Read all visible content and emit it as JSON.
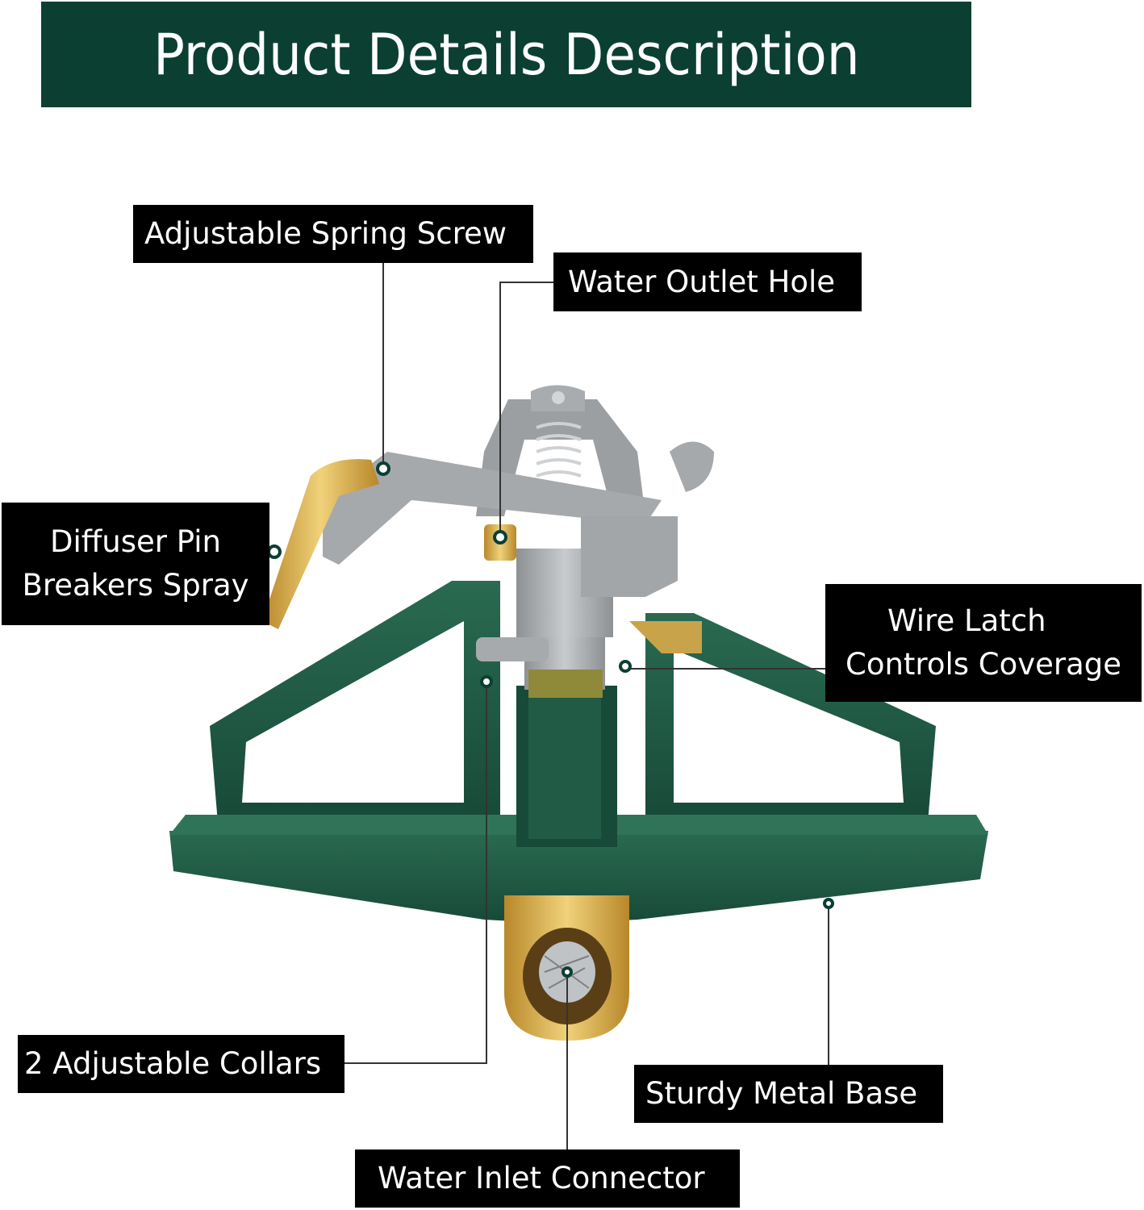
{
  "header": {
    "title": "Product Details Description"
  },
  "product": {
    "name": "impact-sprinkler",
    "base_color": "#1f5a44",
    "brass_color": "#c9a34a",
    "metal_color": "#a9acaf"
  },
  "colors": {
    "banner_bg": "#0b3f32",
    "label_bg": "#000000",
    "label_text": "#ffffff",
    "leader_line": "#444444"
  },
  "callouts": [
    {
      "id": "spring-screw",
      "lines": [
        "Adjustable Spring Screw"
      ]
    },
    {
      "id": "outlet-hole",
      "lines": [
        "Water Outlet Hole"
      ]
    },
    {
      "id": "diffuser-pin",
      "lines": [
        "Diffuser Pin",
        "Breakers Spray"
      ]
    },
    {
      "id": "wire-latch",
      "lines": [
        "Wire Latch",
        "Controls Coverage"
      ]
    },
    {
      "id": "collars",
      "lines": [
        "2 Adjustable Collars"
      ]
    },
    {
      "id": "metal-base",
      "lines": [
        "Sturdy Metal Base"
      ]
    },
    {
      "id": "inlet-connector",
      "lines": [
        "Water Inlet Connector"
      ]
    }
  ]
}
